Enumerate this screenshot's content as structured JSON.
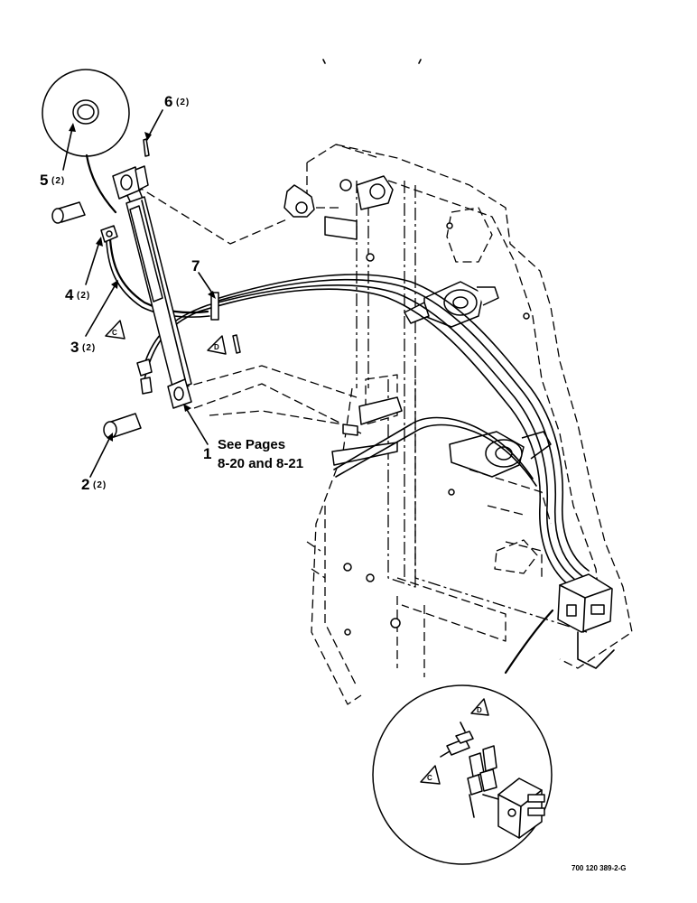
{
  "callouts": [
    {
      "id": "1",
      "number": "1",
      "qty": "",
      "note_line1": "See Pages",
      "note_line2": "8-20 and 8-21"
    },
    {
      "id": "2",
      "number": "2",
      "qty": "(2)"
    },
    {
      "id": "3",
      "number": "3",
      "qty": "(2)"
    },
    {
      "id": "4",
      "number": "4",
      "qty": "(2)"
    },
    {
      "id": "5",
      "number": "5",
      "qty": "(2)"
    },
    {
      "id": "6",
      "number": "6",
      "qty": "(2)"
    },
    {
      "id": "7",
      "number": "7",
      "qty": ""
    }
  ],
  "connection_tags": {
    "c": "C",
    "d": "D"
  },
  "figure_code": "700 120 389-2-G"
}
